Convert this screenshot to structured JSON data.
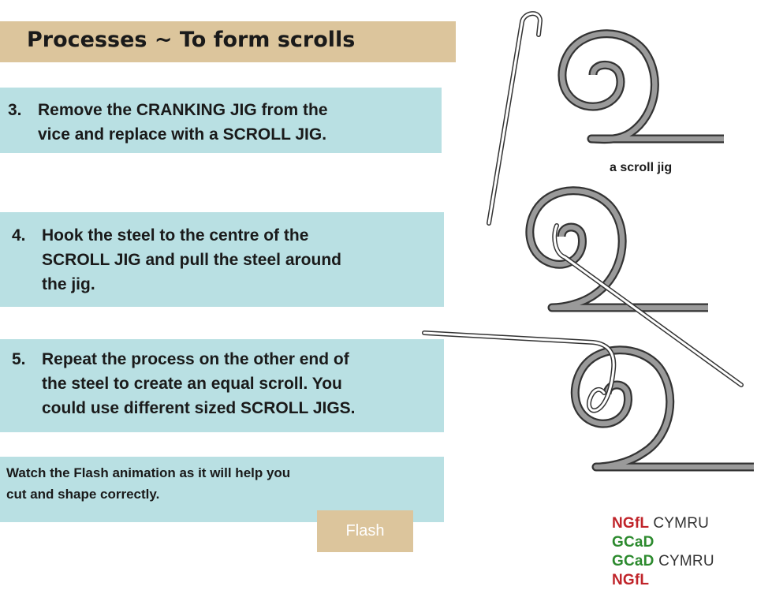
{
  "title": "Processes ~ To form scrolls",
  "steps": [
    {
      "number": "3.",
      "lines": [
        "Remove the CRANKING JIG from the",
        "vice and replace with a SCROLL JIG."
      ]
    },
    {
      "number": "4.",
      "lines": [
        "Hook the steel to the centre of the",
        "SCROLL JIG and pull the steel around",
        "the jig."
      ]
    },
    {
      "number": "5.",
      "lines": [
        "Repeat the process on the other end of",
        "the steel to create an equal scroll. You",
        "could use different sized SCROLL JIGS."
      ]
    }
  ],
  "note_lines": [
    "Watch the Flash animation as it will help you",
    "cut and shape correctly."
  ],
  "flash_button": "Flash",
  "caption": "a scroll jig",
  "logo": {
    "line1": {
      "a": "NGfL",
      "b": "CYMRU",
      "c": "GCaD"
    },
    "line2": {
      "a": "GCaD",
      "b": "CYMRU",
      "c": "NGfL"
    }
  },
  "colors": {
    "panel": "#b9e0e3",
    "title_bar": "#dcc59c",
    "button": "#dcc59c",
    "logo_red": "#c0242a",
    "logo_green": "#2c8a2e"
  }
}
